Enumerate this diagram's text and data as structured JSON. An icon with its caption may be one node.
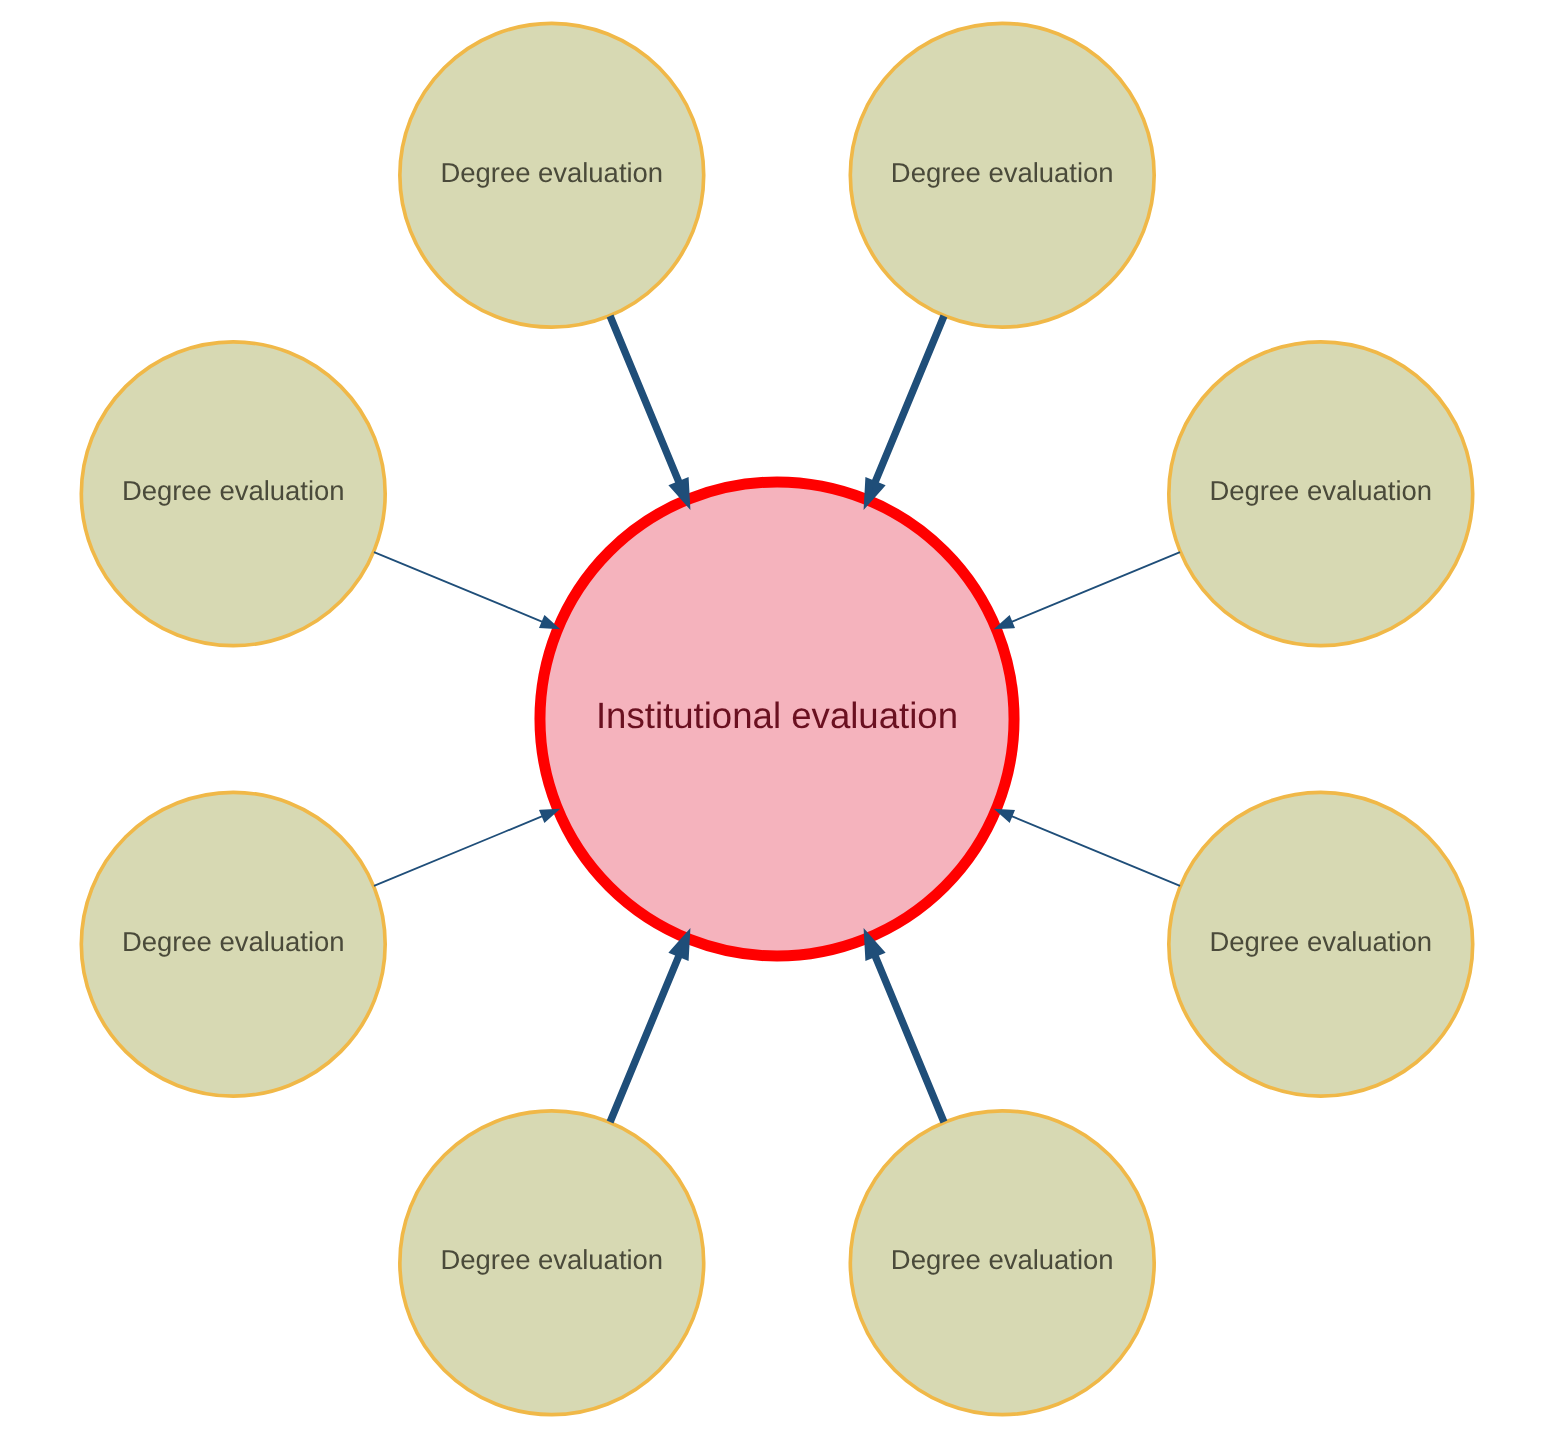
{
  "diagram": {
    "nodes": [
      {
        "text": [
          "Degree evaluation"
        ]
      },
      {
        "text": [
          "Degree evaluation"
        ]
      },
      {
        "text": [
          "Degree evaluation"
        ]
      },
      {
        "text": [
          "Degree evaluation"
        ]
      },
      {
        "text": [
          "Institutional evaluation"
        ]
      },
      {
        "text": [
          "Degree evaluation"
        ]
      },
      {
        "text": [
          "Degree evaluation"
        ]
      },
      {
        "text": [
          "Degree evaluation"
        ]
      },
      {
        "text": [
          "Degree evaluation"
        ]
      }
    ],
    "edges": [
      {
        "from": 0,
        "to": 4,
        "arrow": "to"
      },
      {
        "from": 1,
        "to": 4,
        "arrow": "to",
        "style": "thick"
      },
      {
        "from": 2,
        "to": 4,
        "arrow": "to",
        "style": "thick"
      },
      {
        "from": 3,
        "to": 4,
        "arrow": "to"
      },
      {
        "from": 5,
        "to": 4,
        "arrow": "to"
      },
      {
        "from": 6,
        "to": 4,
        "arrow": "to",
        "style": "thick"
      },
      {
        "from": 7,
        "to": 4,
        "arrow": "to",
        "style": "thick"
      },
      {
        "from": 8,
        "to": 4,
        "arrow": "to"
      }
    ]
  }
}
